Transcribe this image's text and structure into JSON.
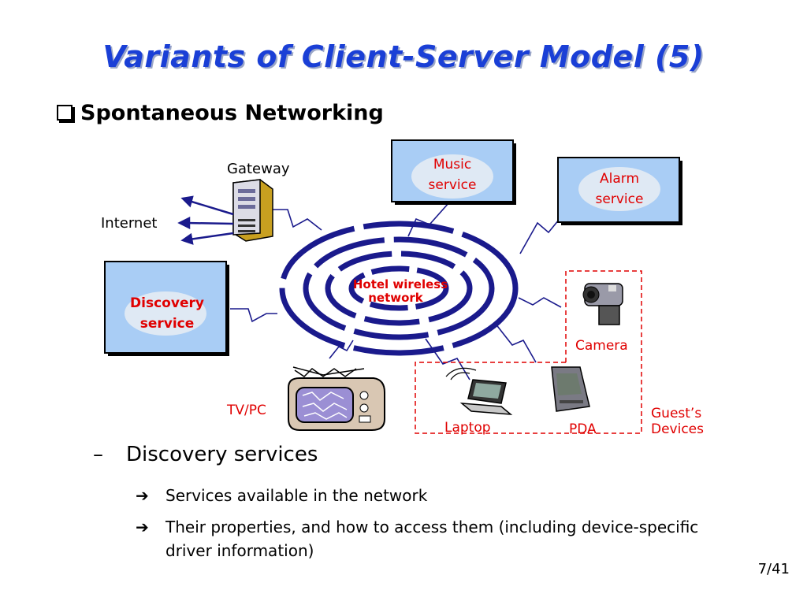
{
  "slide": {
    "title": "Variants of Client-Server Model (5)",
    "subtitle": "Spontaneous Networking",
    "page": "7/41"
  },
  "diagram": {
    "center_label_line1": "Hotel wireless",
    "center_label_line2": "network",
    "gateway_label": "Gateway",
    "internet_label": "Internet",
    "music_line1": "Music",
    "music_line2": "service",
    "alarm_line1": "Alarm",
    "alarm_line2": "service",
    "discovery_line1": "Discovery",
    "discovery_line2": "service",
    "camera_label": "Camera",
    "tvpc_label": "TV/PC",
    "laptop_label": "Laptop",
    "pda_label": "PDA",
    "guests_line1": "Guest’s",
    "guests_line2": "Devices",
    "colors": {
      "service_fill": "#a9cdf5",
      "ellipse_fill": "#dfe9f4",
      "ring": "#1a1a8c",
      "red": "#e00000",
      "title": "#1a3fd6"
    }
  },
  "bullets": {
    "level1": "Discovery services",
    "items": [
      "Services available in the network",
      "Their properties, and how to access them (including device-specific driver information)"
    ]
  }
}
